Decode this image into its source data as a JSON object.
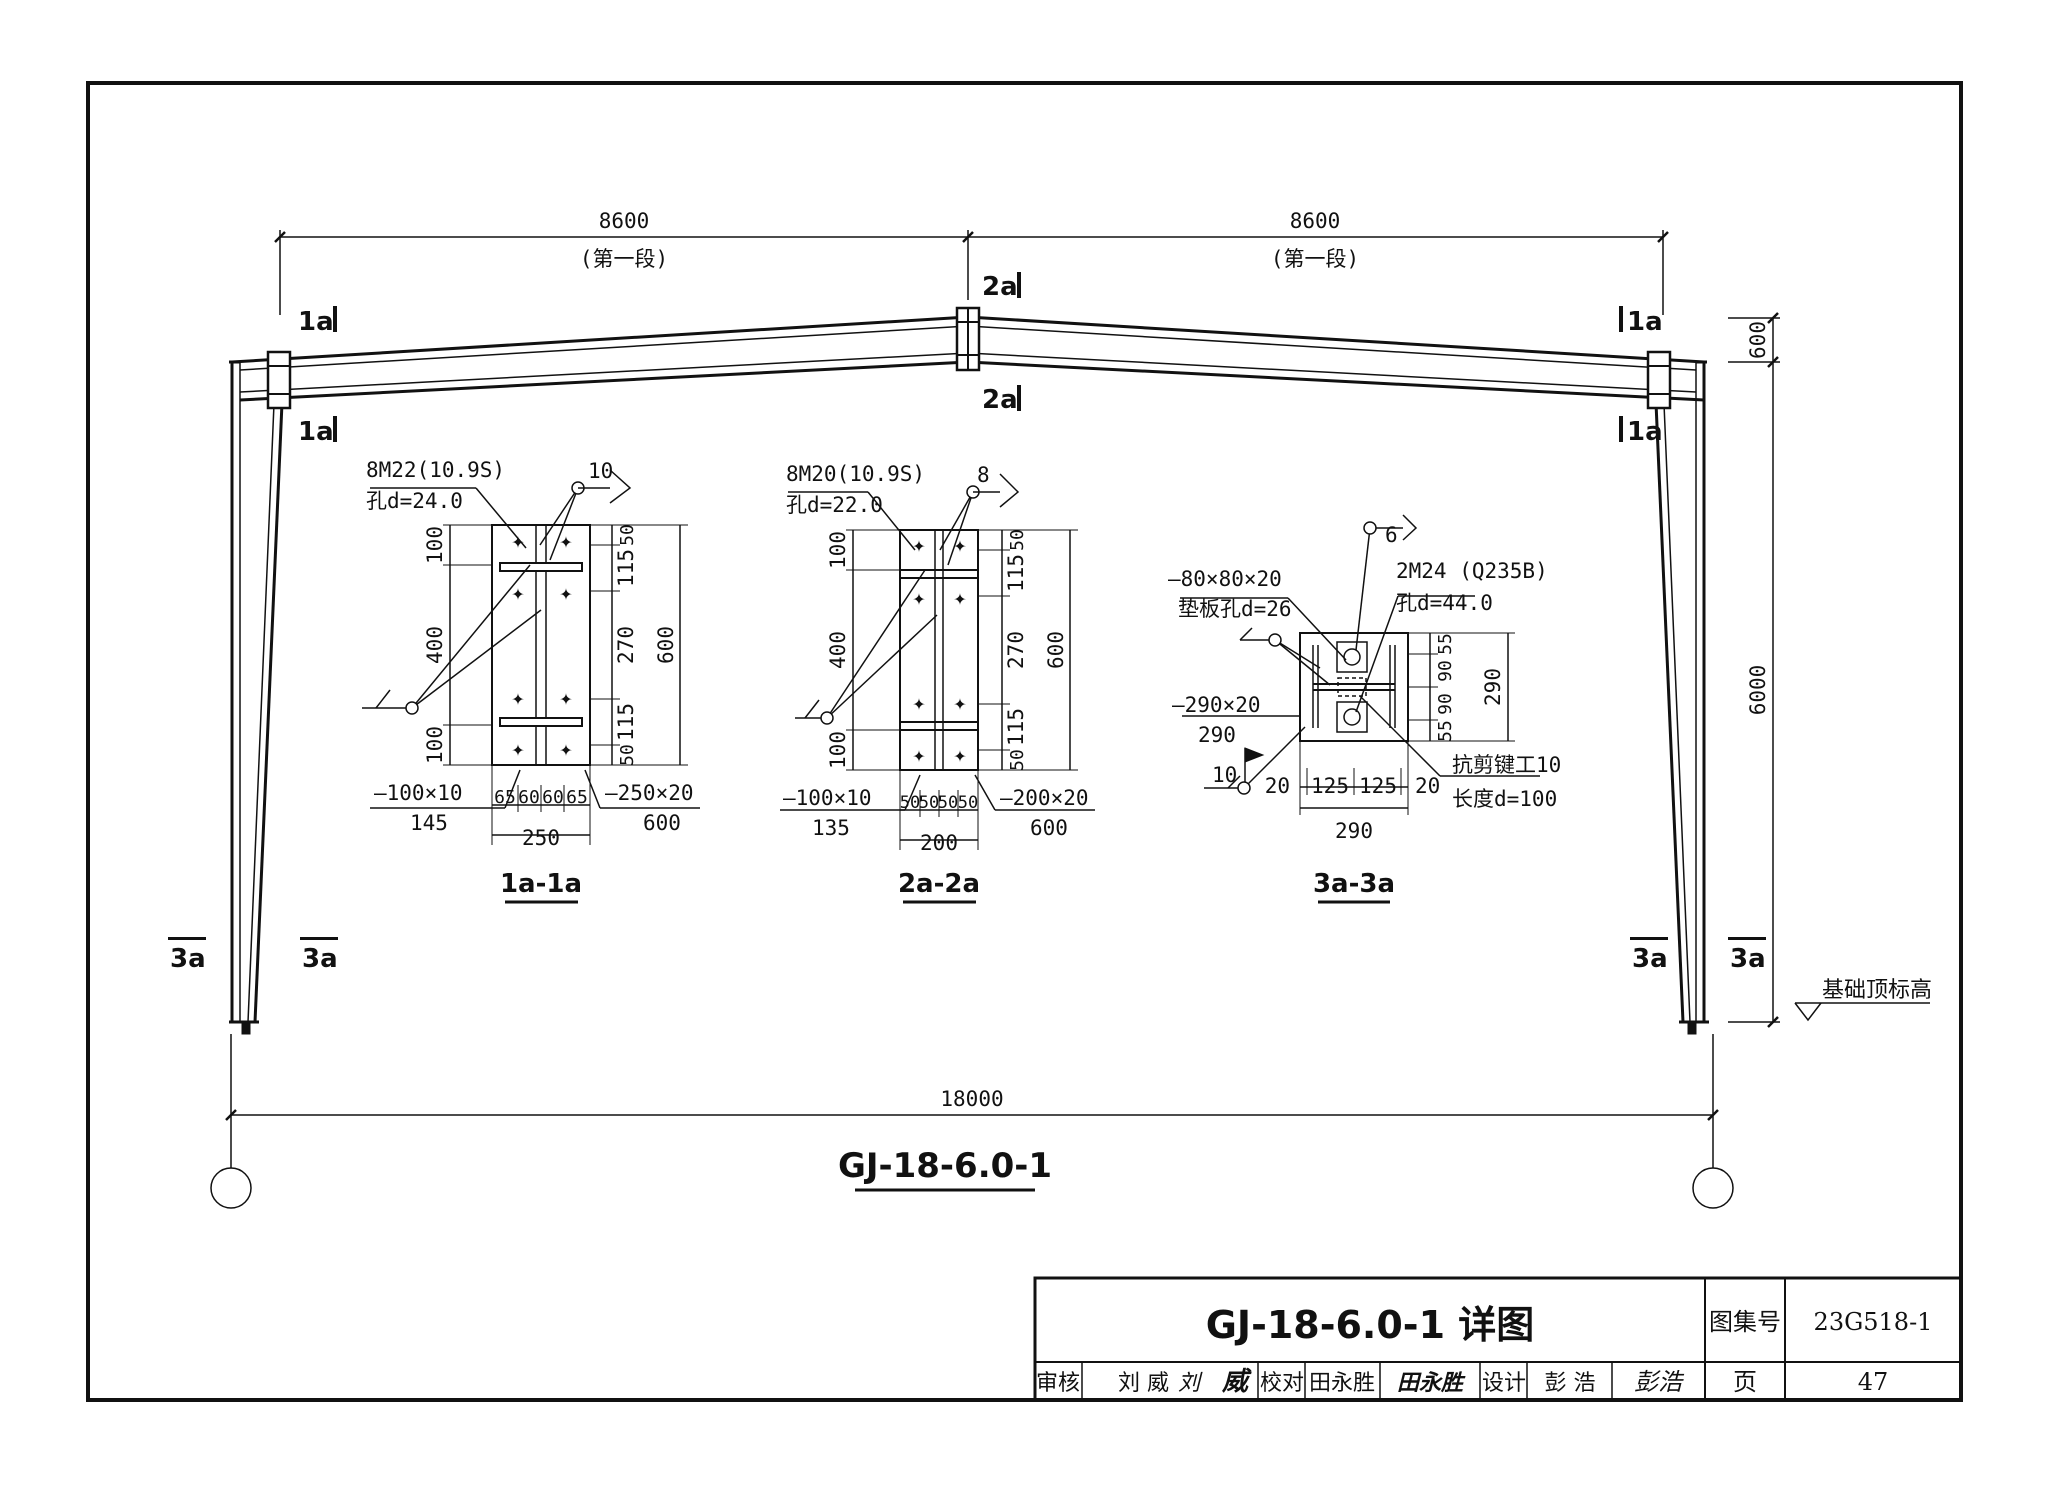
{
  "frame": {
    "top_span_left": "8600",
    "top_span_right": "8600",
    "segment_left": "(第一段)",
    "segment_right": "(第一段)",
    "overall_span": "18000",
    "rafter_depth": "600",
    "column_height": "6000",
    "foundation_label": "基础顶标高",
    "drawing_name": "GJ-18-6.0-1",
    "section_marks": [
      "1a",
      "1a",
      "1a",
      "1a",
      "2a",
      "2a",
      "3a",
      "3a",
      "3a",
      "3a"
    ]
  },
  "detail_1a": {
    "bolts": "8M22(10.9S)",
    "hole": "孔d=24.0",
    "weld": "10",
    "left_dims": [
      "100",
      "400",
      "100"
    ],
    "right_dims": [
      "50",
      "115",
      "270",
      "115",
      "50"
    ],
    "total_height": "600",
    "stiffener": "—100×10",
    "stiffener_len": "145",
    "end_plate": "—250×20",
    "end_plate_len": "600",
    "bottom_dims": [
      "65",
      "60",
      "60",
      "65"
    ],
    "width": "250",
    "title": "1a-1a"
  },
  "detail_2a": {
    "bolts": "8M20(10.9S)",
    "hole": "孔d=22.0",
    "weld": "8",
    "left_dims": [
      "100",
      "400",
      "100"
    ],
    "right_dims": [
      "50",
      "115",
      "270",
      "115",
      "50"
    ],
    "total_height": "600",
    "stiffener": "—100×10",
    "stiffener_len": "135",
    "end_plate": "—200×20",
    "end_plate_len": "600",
    "bottom_dims": [
      "50",
      "50",
      "50",
      "50"
    ],
    "width": "200",
    "title": "2a-2a"
  },
  "detail_3a": {
    "weld_top": "6",
    "washer": "—80×80×20",
    "washer_hole": "垫板孔d=26",
    "anchor": "2M24 (Q235B)",
    "anchor_hole": "孔d=44.0",
    "base_plate": "—290×20",
    "base_plate_len": "290",
    "weld_bottom": "10",
    "right_dims": [
      "55",
      "90",
      "90",
      "55"
    ],
    "height": "290",
    "bottom_dims": [
      "20",
      "125",
      "125",
      "20"
    ],
    "width": "290",
    "shear_key": "抗剪键工10",
    "shear_key_len": "长度d=100",
    "title": "3a-3a"
  },
  "title_block": {
    "title": "GJ-18-6.0-1 详图",
    "atlas_label": "图集号",
    "atlas_no": "23G518-1",
    "page_label": "页",
    "page_no": "47",
    "review_label": "审核",
    "reviewer": "刘 威",
    "reviewer_sign": "刘",
    "reviewer_sign2": "威",
    "check_label": "校对",
    "checker": "田永胜",
    "checker_sign": "田永胜",
    "design_label": "设计",
    "designer": "彭 浩",
    "designer_sign": "彭浩"
  }
}
